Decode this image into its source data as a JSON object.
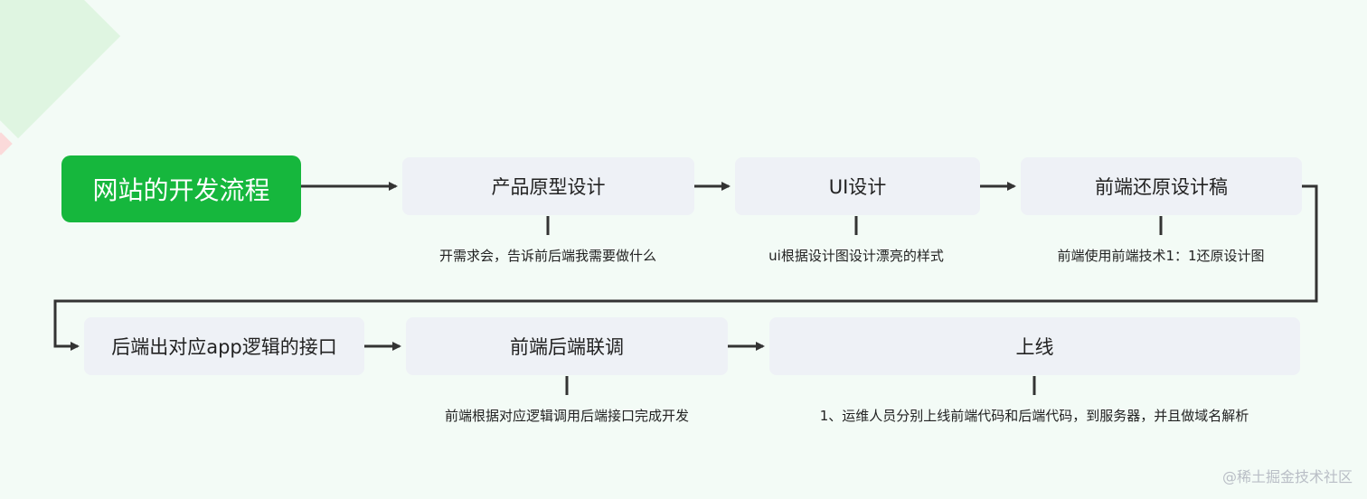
{
  "title": "网站的开发流程",
  "steps": [
    {
      "label": "产品原型设计",
      "note": "开需求会，告诉前后端我需要做什么"
    },
    {
      "label": "UI设计",
      "note": "ui根据设计图设计漂亮的样式"
    },
    {
      "label": "前端还原设计稿",
      "note": "前端使用前端技术1：1还原设计图"
    },
    {
      "label": "后端出对应app逻辑的接口",
      "note": ""
    },
    {
      "label": "前端后端联调",
      "note": "前端根据对应逻辑调用后端接口完成开发"
    },
    {
      "label": "上线",
      "note": "1、运维人员分别上线前端代码和后端代码，到服务器，并且做域名解析"
    }
  ],
  "watermark": "@稀土掘金技术社区",
  "colors": {
    "root": "#16b73d",
    "node": "#eef1f6",
    "line": "#333333"
  }
}
